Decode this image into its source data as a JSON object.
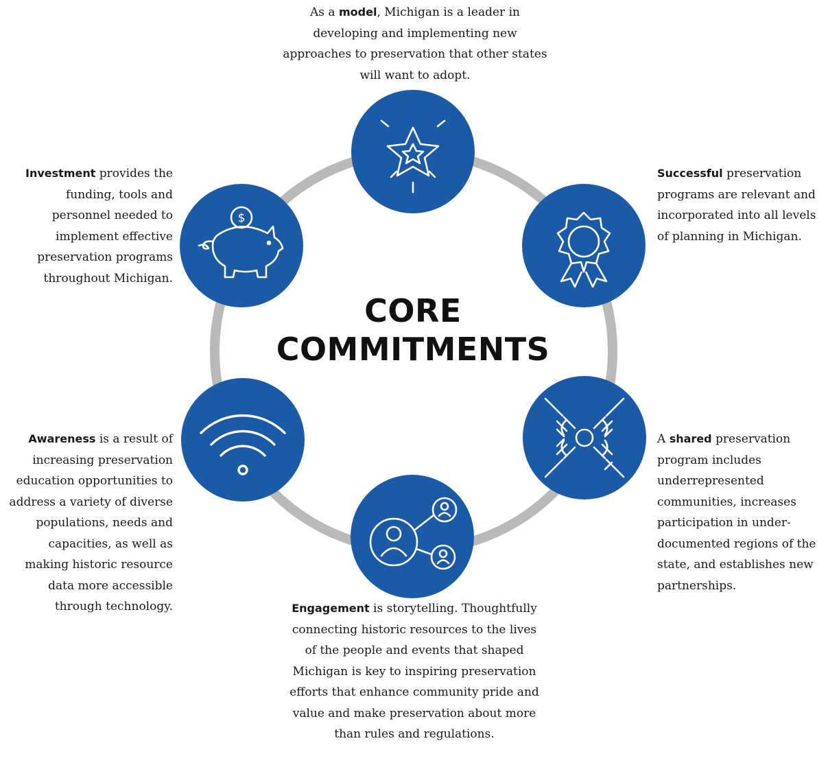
{
  "title": {
    "line1": "CORE",
    "line2": "COMMITMENTS"
  },
  "colors": {
    "node": "#1b5aa6",
    "ring": "#b9b9b9",
    "icon": "#ffffff",
    "text": "#1a1a1a"
  },
  "nodes": [
    {
      "icon": "star-icon",
      "keyword": "model"
    },
    {
      "icon": "award-ribbon-icon",
      "keyword": "Successful"
    },
    {
      "icon": "joined-hands-icon",
      "keyword": "shared"
    },
    {
      "icon": "network-people-icon",
      "keyword": "Engagement"
    },
    {
      "icon": "wifi-icon",
      "keyword": "Awareness"
    },
    {
      "icon": "piggy-bank-icon",
      "keyword": "Investment"
    }
  ],
  "blurbs": {
    "model": {
      "pre": "As a ",
      "keyword": "model",
      "post": ", Michigan is a leader in developing and implementing new approaches to preservation that other states will want to adopt."
    },
    "successful": {
      "keyword": "Successful",
      "post": " preservation programs are relevant and incorporated into all levels of planning in Michigan."
    },
    "shared": {
      "pre": "A ",
      "keyword": "shared",
      "post": " preservation program includes underrepresented communities, increases participation in under-documented regions of the state, and establishes new partnerships."
    },
    "engagement": {
      "keyword": "Engagement",
      "post": " is storytelling. Thoughtfully connecting historic resources to the lives of the people and events that shaped Michigan is key to inspiring preservation efforts that enhance community pride and value and make preservation about more than rules and regulations."
    },
    "awareness": {
      "keyword": "Awareness",
      "post": " is a result of increasing preservation education opportunities to address a variety of diverse populations, needs and capacities, as well as making historic resource data more accessible through technology."
    },
    "investment": {
      "keyword": "Investment",
      "post": " provides the funding, tools and personnel needed to implement effective preservation programs throughout Michigan."
    }
  }
}
